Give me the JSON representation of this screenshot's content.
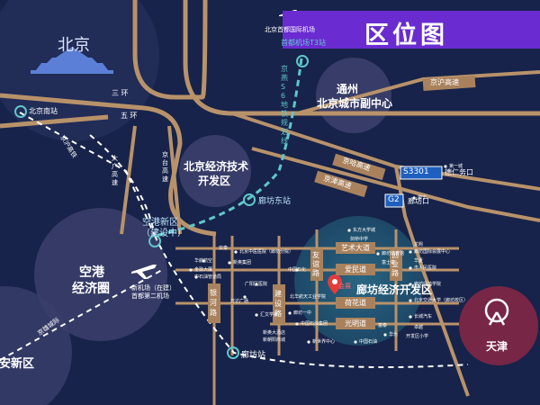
{
  "title": "区位图",
  "colors": {
    "background": "#17234a",
    "road": "#b8926a",
    "road_label_bg": "#a9825d",
    "metro": "#5fc7c9",
    "title_bg": "#6a2bd0",
    "highway_badge": "#1e5fbf"
  },
  "places": {
    "beijing": "北京",
    "tongzhou": "通州",
    "tongzhou_sub": "北京城市副中心",
    "bda": "北京经济技术",
    "bda_sub": "开发区",
    "airport_zone": "空港",
    "airport_zone_sub": "经济圈",
    "xiongan": "雄安新区",
    "tianjin": "天津",
    "langfang_zone": "廊坊经济开发区",
    "airport_new_area": "空港新区",
    "airport_new_area_sub": "（建设中）",
    "new_airport": "新机场（在建）",
    "new_airport_sub": "首都第二机场",
    "capital_airport": "北京首都国际机场"
  },
  "ring_roads": {
    "third": "三 环",
    "fifth": "五 环"
  },
  "stations": {
    "beijing_south": "北京南站",
    "langfang_east": "廊坊东站",
    "langfang": "廊坊站",
    "airport_t3": "首都机场T3站"
  },
  "metro_line": "京燕S6地铁规划线",
  "highways": {
    "jinghu": "京沪高速",
    "daguang": "大广高速",
    "jingtai": "京台高速",
    "jingha": "京哈高速",
    "jinghu_east": "京沪高速",
    "jingxiong": "京雄城际",
    "jingjin": "京津高速",
    "jinghu_rail": "京沪高铁"
  },
  "badges": {
    "s3301": "S3301",
    "s3301_exit": "德仁务口",
    "g2": "G2",
    "g2_exit": "廊坊口"
  },
  "local_roads": {
    "art_ave": "艺术大道",
    "aimin_rd": "爱民道",
    "hehua_rd": "荷花道",
    "guangming_rd": "光明道",
    "youyi_rd": "友谊路",
    "chuangye_rd": "创业路",
    "yinhe_rd": "银河路",
    "jianshe_rd": "建设路"
  },
  "project": "会展",
  "pois": [
    "东方大学城",
    "廊坊体育馆",
    "廊坊国际会展中心",
    "市人民医院",
    "廊坊师范学院",
    "万达广场",
    "北京交通大学（廊坊校区）",
    "长城汽车",
    "华为",
    "中国石油",
    "北华航天工业学院",
    "廊坊一中",
    "广阳区医院",
    "汇文学校",
    "北京中医医院（廊坊分院）",
    "新奥集团",
    "华航航空",
    "金融大厦",
    "中石油管道局",
    "中国石化",
    "中国石油集团",
    "新世界中心",
    "富士康",
    "剑桥中学",
    "第一城",
    "康宁",
    "安泰",
    "新奥大酒店",
    "新朝阳商城",
    "富泰",
    "卓越",
    "龙熙",
    "华夏",
    "开发区小学"
  ]
}
